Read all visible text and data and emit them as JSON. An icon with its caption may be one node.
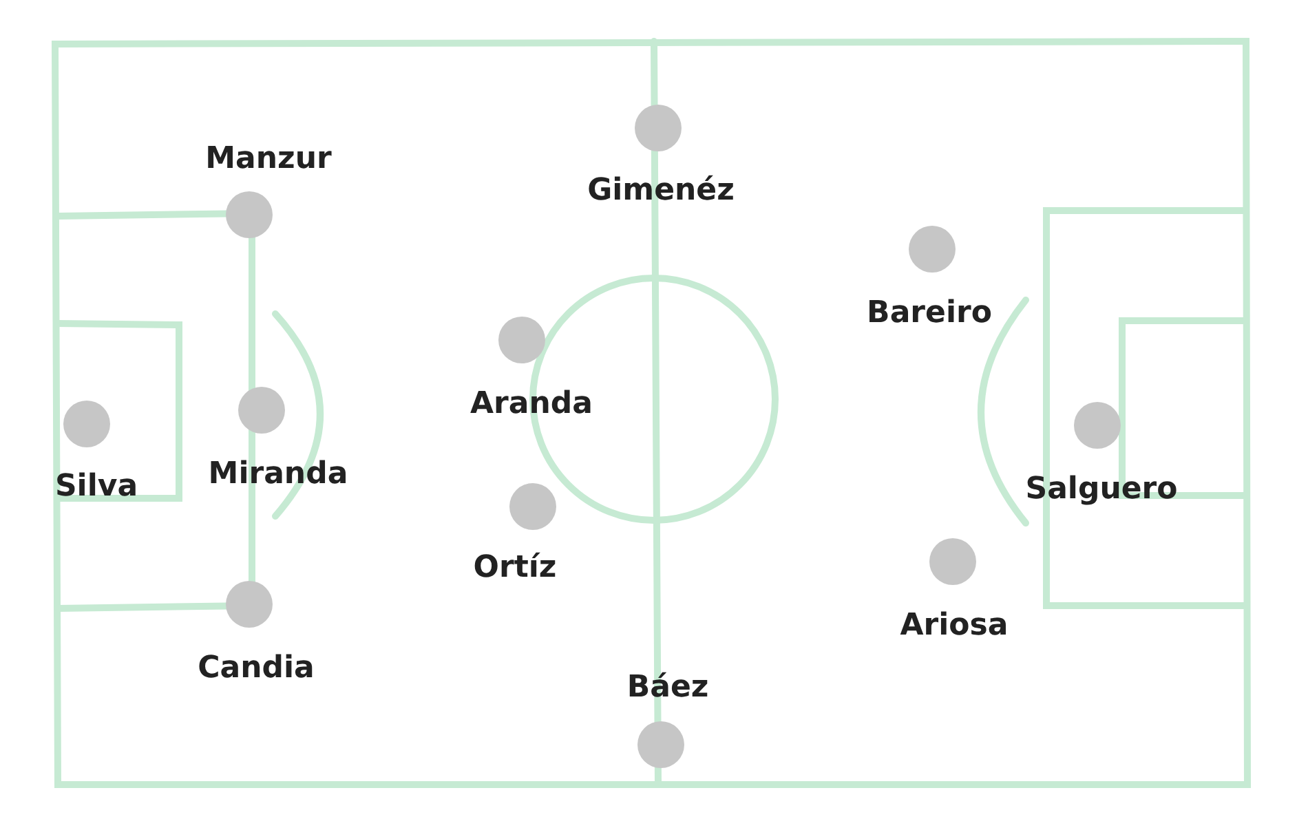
{
  "diagram": {
    "labels": [
      "Manzur",
      "Gimenéz",
      "Bareiro",
      "Aranda",
      "Silva",
      "Miranda",
      "Salguero",
      "Ortíz",
      "Ariosa",
      "Candia",
      "Báez"
    ]
  }
}
